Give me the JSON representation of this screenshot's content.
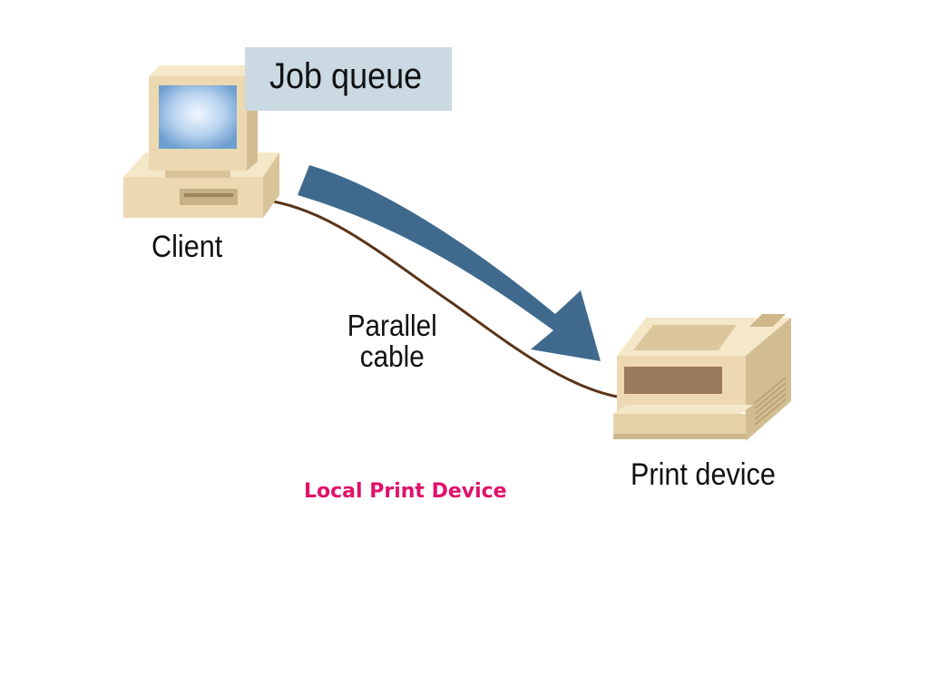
{
  "labels": {
    "job_queue": "Job queue",
    "client": "Client",
    "cable": "Parallel cable",
    "print_device": "Print device"
  },
  "caption": "Local Print Device",
  "colors": {
    "arrow": "#3f6a8d",
    "cable": "#5a3418",
    "job_queue_box": "#cbd9e3",
    "caption": "#e0116a",
    "device_body": "#ecd9b2",
    "device_shadow": "#d2bd92",
    "screen": "#a8ccec"
  },
  "icons": [
    "computer-icon",
    "printer-icon"
  ]
}
